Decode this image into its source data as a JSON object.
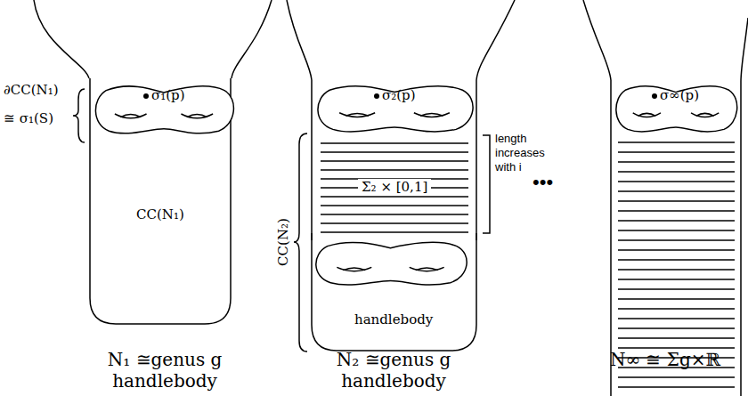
{
  "diagram": {
    "nodes": [
      {
        "text": [
          "σ₁(p)"
        ]
      },
      {
        "text": [
          "CC(N₁)"
        ]
      },
      {
        "text": [
          "σ₂(p)"
        ]
      },
      {
        "text": [
          "Σ₂ × [0,1]"
        ]
      },
      {
        "text": [
          "handlebody"
        ]
      },
      {
        "text": [
          "σ∞(p)"
        ]
      }
    ],
    "labels": [
      "∂CC(N₁)",
      "≅ σ₁(S)",
      "length increases with i",
      "CC(N₂)",
      "•••",
      "N₁ ≅genus g handlebody",
      "N₂ ≅genus g handlebody",
      "N∞ ≅ Σg×ℝ"
    ]
  }
}
